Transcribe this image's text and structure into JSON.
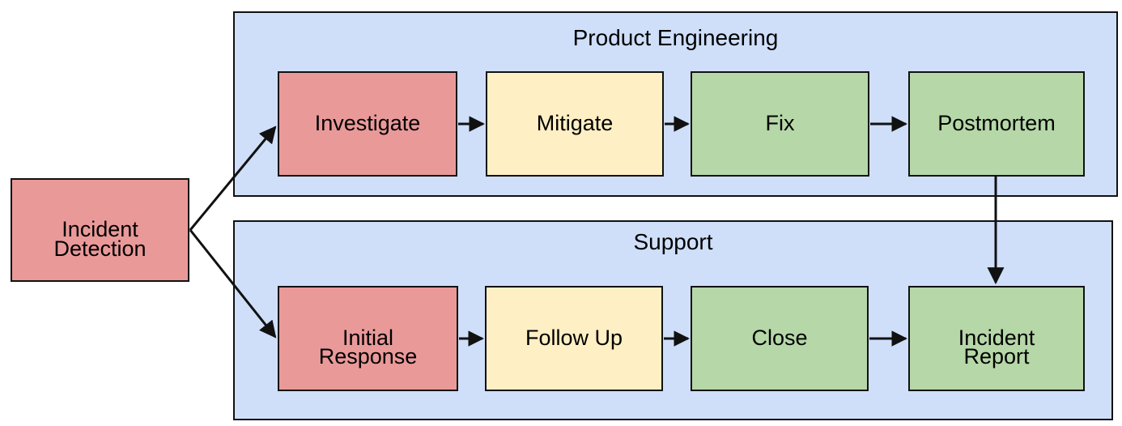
{
  "diagram": {
    "title_hidden": "",
    "lanes": [
      {
        "id": "product-engineering",
        "label": "Product Engineering"
      },
      {
        "id": "support",
        "label": "Support"
      }
    ],
    "nodes": {
      "incident_detection": {
        "label": "Incident Detection",
        "line1": "Incident",
        "line2": "Detection",
        "color": "#ea9999"
      },
      "investigate": {
        "label": "Investigate",
        "color": "#ea9999"
      },
      "mitigate": {
        "label": "Mitigate",
        "color": "#ffefc4"
      },
      "fix": {
        "label": "Fix",
        "color": "#b6d7a8"
      },
      "postmortem": {
        "label": "Postmortem",
        "color": "#b6d7a8"
      },
      "initial_response": {
        "label": "Initial Response",
        "line1": "Initial",
        "line2": "Response",
        "color": "#ea9999"
      },
      "follow_up": {
        "label": "Follow Up",
        "color": "#ffefc4"
      },
      "close": {
        "label": "Close",
        "color": "#b6d7a8"
      },
      "incident_report": {
        "label": "Incident Report",
        "line1": "Incident",
        "line2": "Report",
        "color": "#b6d7a8"
      }
    },
    "edges": [
      {
        "from": "incident_detection",
        "to": "investigate",
        "kind": "diagonal-up"
      },
      {
        "from": "incident_detection",
        "to": "initial_response",
        "kind": "diagonal-down"
      },
      {
        "from": "investigate",
        "to": "mitigate",
        "kind": "horizontal"
      },
      {
        "from": "mitigate",
        "to": "fix",
        "kind": "horizontal"
      },
      {
        "from": "fix",
        "to": "postmortem",
        "kind": "horizontal"
      },
      {
        "from": "initial_response",
        "to": "follow_up",
        "kind": "horizontal"
      },
      {
        "from": "follow_up",
        "to": "close",
        "kind": "horizontal"
      },
      {
        "from": "close",
        "to": "incident_report",
        "kind": "horizontal"
      },
      {
        "from": "postmortem",
        "to": "incident_report",
        "kind": "vertical-cross-lane"
      }
    ],
    "colors": {
      "lane_fill": "#cfdffa",
      "stroke": "#111111",
      "red": "#ea9999",
      "yellow": "#ffefc4",
      "green": "#b6d7a8",
      "text": "#000000",
      "background": "#ffffff"
    }
  }
}
